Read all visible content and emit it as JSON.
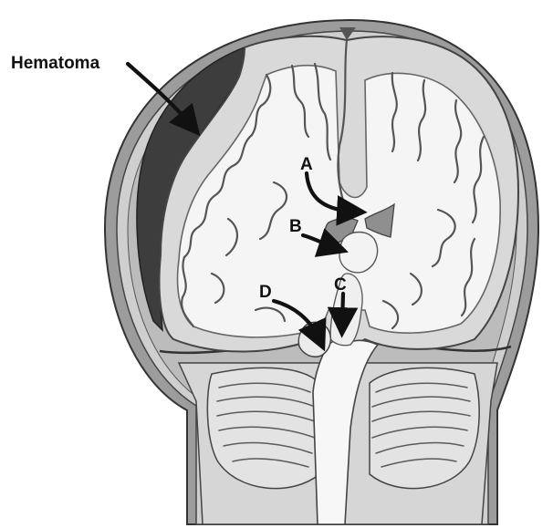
{
  "labels": {
    "hematoma": "Hematoma",
    "a": "A",
    "b": "B",
    "c": "C",
    "d": "D"
  },
  "colors": {
    "background": "#ffffff",
    "skull": "#9c9c9c",
    "dura": "#c8c8c8",
    "gray_matter": "#d9d9d9",
    "white_matter": "#f5f5f5",
    "hematoma": "#3d3d3d",
    "ventricle": "#8f8f8f",
    "brainstem": "#f7f7f7",
    "ink": "#111111"
  }
}
